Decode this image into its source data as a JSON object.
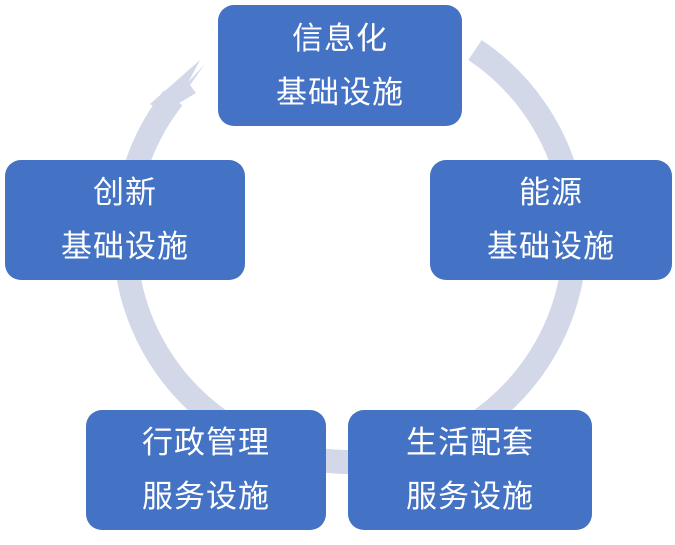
{
  "diagram": {
    "ring_color": "#d3d8e8",
    "node_color": "#4472c4",
    "text_color": "#ffffff",
    "nodes": [
      {
        "id": "infrastructure-info",
        "line1": "信息化",
        "line2": "基础设施"
      },
      {
        "id": "infrastructure-energy",
        "line1": "能源",
        "line2": "基础设施"
      },
      {
        "id": "service-living",
        "line1": "生活配套",
        "line2": "服务设施"
      },
      {
        "id": "service-admin",
        "line1": "行政管理",
        "line2": "服务设施"
      },
      {
        "id": "infrastructure-innovation",
        "line1": "创新",
        "line2": "基础设施"
      }
    ]
  }
}
